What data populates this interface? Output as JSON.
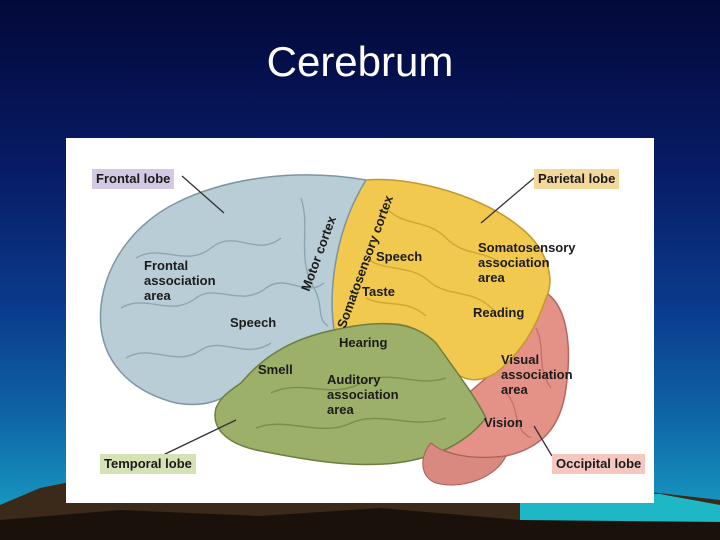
{
  "slide": {
    "title": "Cerebrum"
  },
  "diagram": {
    "lobe_labels": {
      "frontal": "Frontal lobe",
      "parietal": "Parietal lobe",
      "temporal": "Temporal lobe",
      "occipital": "Occipital lobe"
    },
    "areas": {
      "frontal_association": "Frontal\nassociation\narea",
      "speech_frontal": "Speech",
      "motor_cortex": "Motor cortex",
      "somatosensory_cortex": "Somatosensory cortex",
      "speech_parietal": "Speech",
      "taste": "Taste",
      "somatosensory_association": "Somatosensory\nassociation\narea",
      "reading": "Reading",
      "hearing": "Hearing",
      "smell": "Smell",
      "auditory_association": "Auditory\nassociation\narea",
      "visual_association": "Visual\nassociation\narea",
      "vision": "Vision"
    },
    "colors": {
      "frontal": "#b9cdd6",
      "parietal": "#f0c94e",
      "temporal": "#9db06a",
      "occipital": "#e49287",
      "label_frontal": "#d4c9e4",
      "label_parietal": "#f3d89c",
      "label_temporal": "#d5e2b6",
      "label_occipital": "#f5c7bf"
    }
  }
}
